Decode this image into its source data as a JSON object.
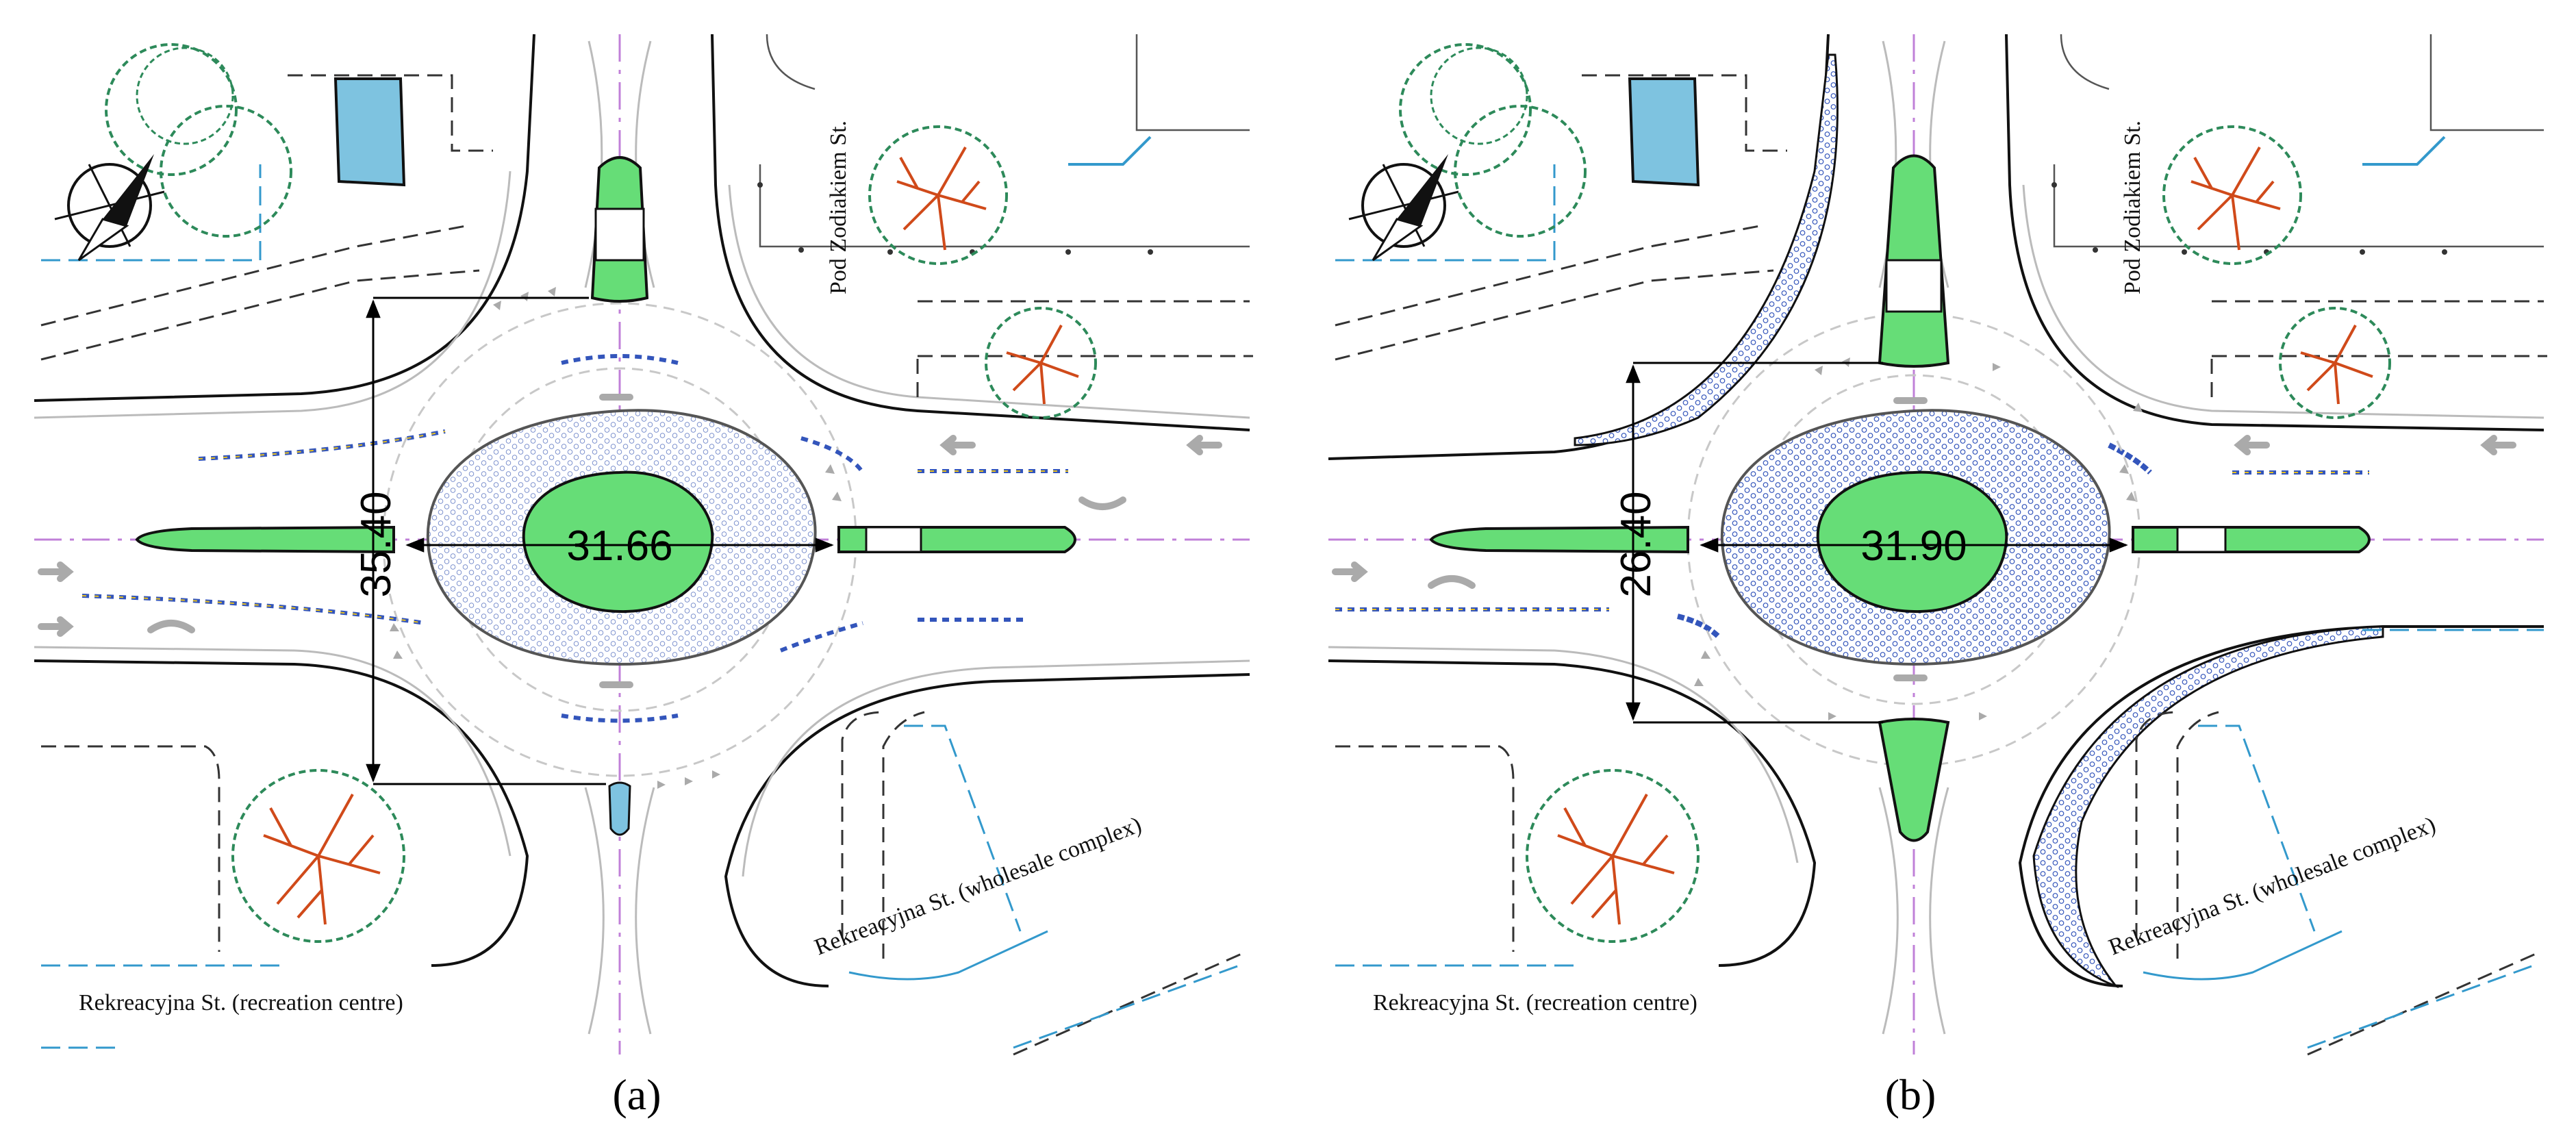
{
  "panels": [
    {
      "id": "a",
      "caption": "(a)",
      "caption_letter": "a",
      "diameter": "31.66",
      "distance": "35.40",
      "streets": {
        "north": "Pod Zodiakiem St.",
        "southwest": "Rekreacyjna St. (recreation centre)",
        "southeast": "Rekreacyjna St. (wholesale complex)"
      }
    },
    {
      "id": "b",
      "caption": "(b)",
      "caption_letter": "b",
      "diameter": "31.90",
      "distance": "26.40",
      "streets": {
        "north": "Pod Zodiakiem St.",
        "southwest": "Rekreacyjna St. (recreation centre)",
        "southeast": "Rekreacyjna St. (wholesale complex)"
      }
    }
  ],
  "colors": {
    "island_fill": "#66dd77",
    "apron_hatch": "#3355bb",
    "building": "#7ec3e0",
    "tree_canopy": "#2d8a5a",
    "tree_branches": "#d04a1a",
    "centerline": "#c080d8",
    "utility_line": "#3399cc",
    "road_edge": "#111111",
    "lane_marking": "#bbbbbb"
  },
  "icons": [
    "north-arrow-icon",
    "tree-icon",
    "building-icon"
  ]
}
